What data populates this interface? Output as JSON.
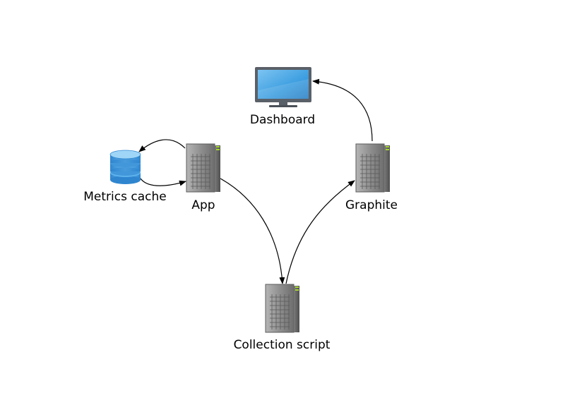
{
  "nodes": {
    "dashboard": {
      "label": "Dashboard",
      "icon": "monitor-icon"
    },
    "metrics_cache": {
      "label": "Metrics cache",
      "icon": "database-icon"
    },
    "app": {
      "label": "App",
      "icon": "server-icon"
    },
    "graphite": {
      "label": "Graphite",
      "icon": "server-icon"
    },
    "collection_script": {
      "label": "Collection script",
      "icon": "server-icon"
    }
  },
  "edges": [
    {
      "from": "app",
      "to": "metrics_cache"
    },
    {
      "from": "metrics_cache",
      "to": "app"
    },
    {
      "from": "app",
      "to": "collection_script"
    },
    {
      "from": "collection_script",
      "to": "graphite"
    },
    {
      "from": "graphite",
      "to": "dashboard"
    }
  ],
  "colors": {
    "monitor_screen": "#3d9ee0",
    "monitor_bezel": "#5a6068",
    "database": "#4a9fe0",
    "server_body": "#8a8a8a",
    "server_led": "#a6d82a",
    "arrow": "#000000"
  }
}
